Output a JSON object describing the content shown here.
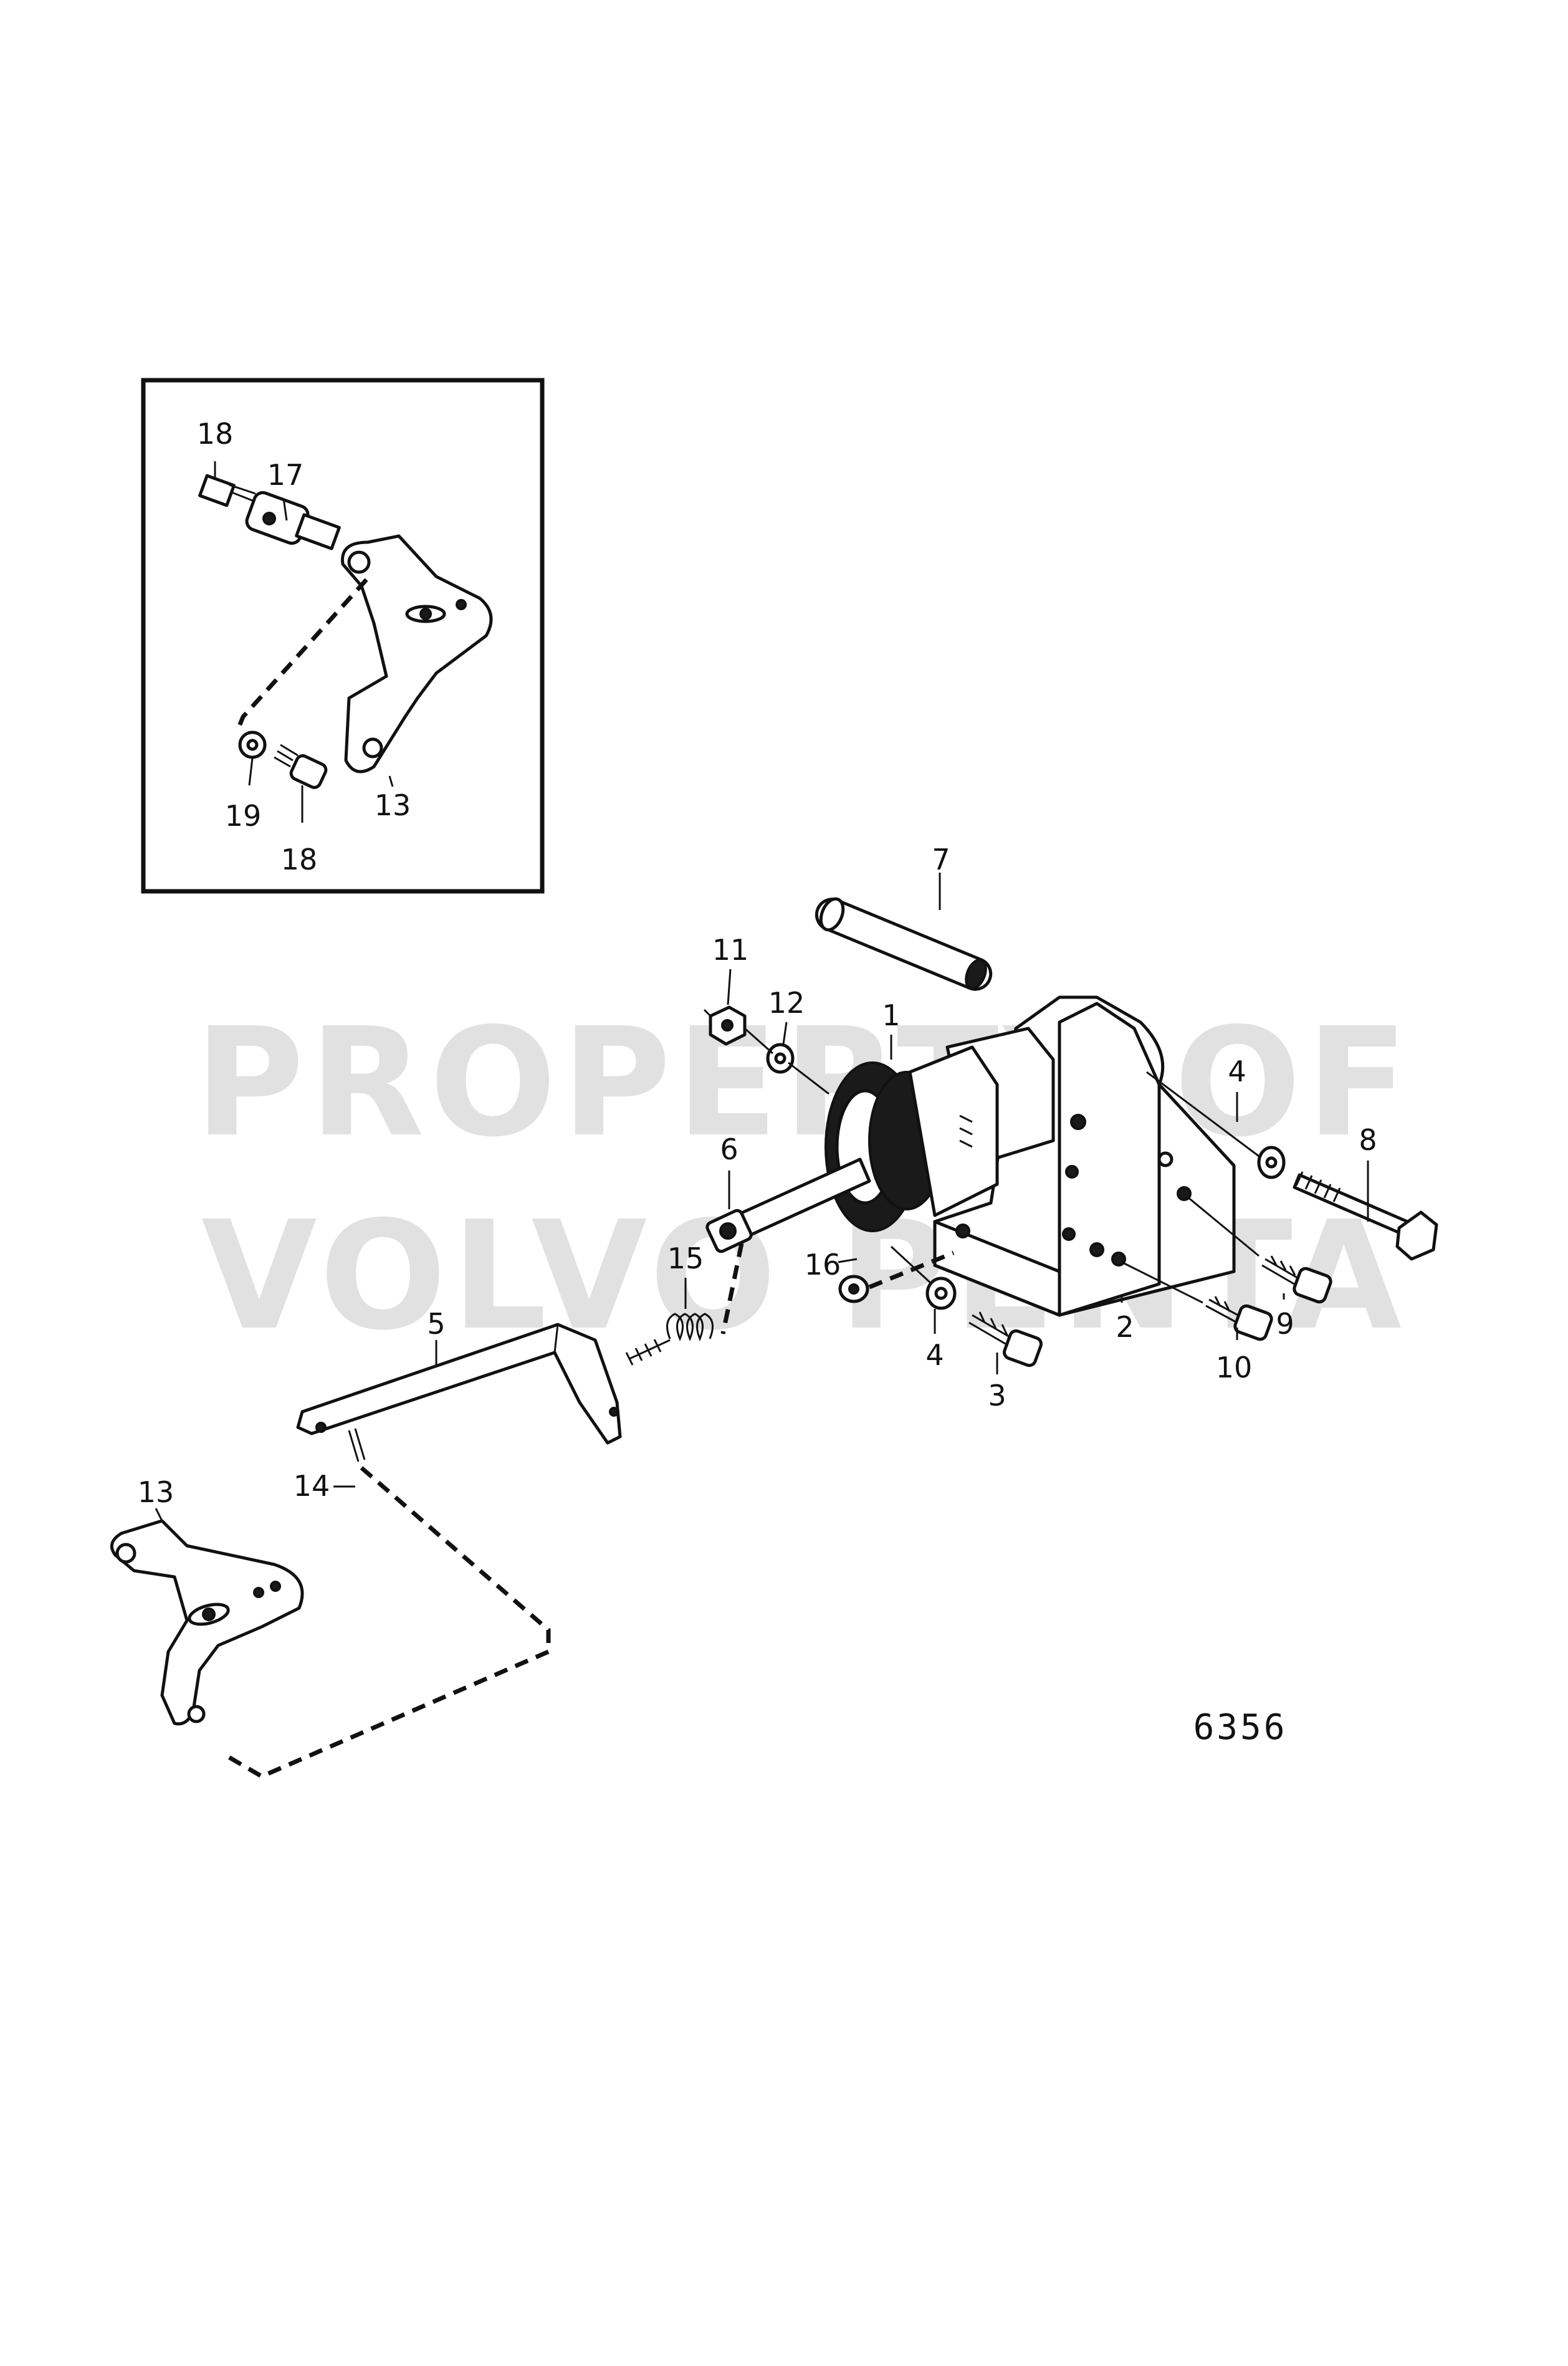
{
  "watermark": {
    "line1": "PROPERTY OF",
    "line2": "VOLVO PENTA"
  },
  "drawing_number": "6356",
  "inset_labels": {
    "l18a": "18",
    "l17": "17",
    "l19": "19",
    "l18b": "18",
    "l13a": "13"
  },
  "main_labels": {
    "l7": "7",
    "l11": "11",
    "l12": "12",
    "l1": "1",
    "l4a": "4",
    "l8": "8",
    "l6": "6",
    "l16": "16",
    "l15": "15",
    "l2": "2",
    "l9": "9",
    "l10": "10",
    "l4b": "4",
    "l3": "3",
    "l5": "5",
    "l14": "14",
    "l13b": "13"
  }
}
